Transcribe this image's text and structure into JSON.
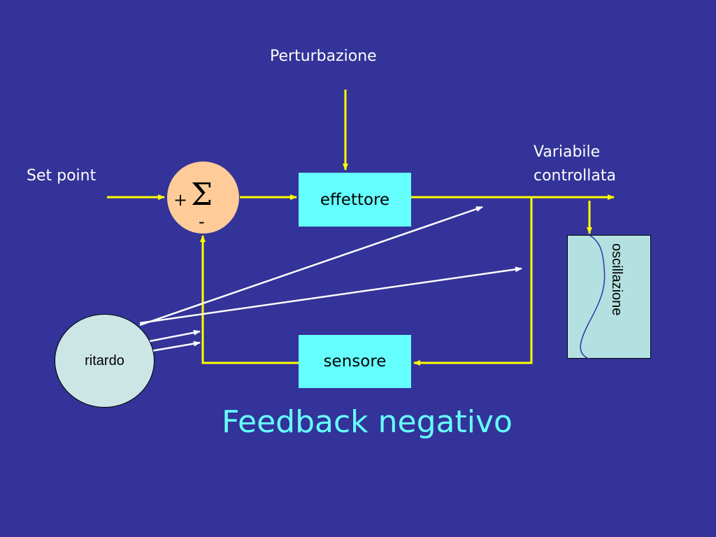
{
  "labels": {
    "disturbance": "Perturbazione",
    "set_point": "Set point",
    "controlled_variable_line1": "Variabile",
    "controlled_variable_line2": "controllata"
  },
  "summing_junction": {
    "symbol": "Σ",
    "plus": "+",
    "minus": "-"
  },
  "blocks": {
    "effector": "effettore",
    "sensor": "sensore"
  },
  "delay": "ritardo",
  "oscillation": "oscillazione",
  "title": "Feedback negativo",
  "colors": {
    "background": "#333399",
    "signal_line": "#ffff00",
    "delay_arrows": "#ffffff",
    "block_fill": "#66ffff",
    "sum_fill": "#ffcc99",
    "title": "#66ffff",
    "oscillation_curve": "#3333aa"
  }
}
